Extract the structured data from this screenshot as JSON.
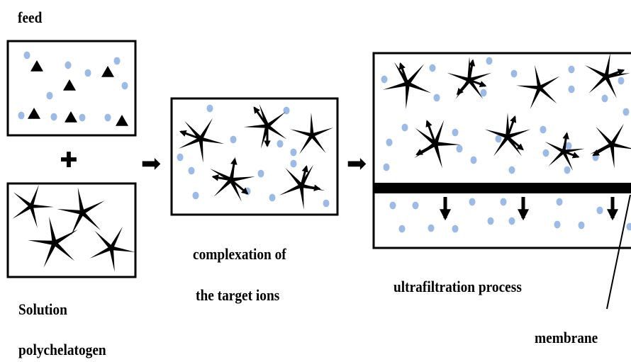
{
  "labels": {
    "feed": "feed",
    "solution": "Solution",
    "polychelatogen": "polychelatogen",
    "complexation_line1": "complexation of",
    "complexation_line2": "the target ions",
    "ultrafiltration": "ultrafiltration process",
    "membrane": "membrane"
  },
  "symbols": {
    "plus": "✚",
    "arrow": "➡"
  },
  "colors": {
    "ion": "#9bbbe6",
    "ink": "#000000",
    "background": "#ffffff"
  },
  "icons": [
    "ion-dot",
    "target-ion-triangle",
    "polymer-star",
    "complex-arrow",
    "filtrate-arrow"
  ]
}
